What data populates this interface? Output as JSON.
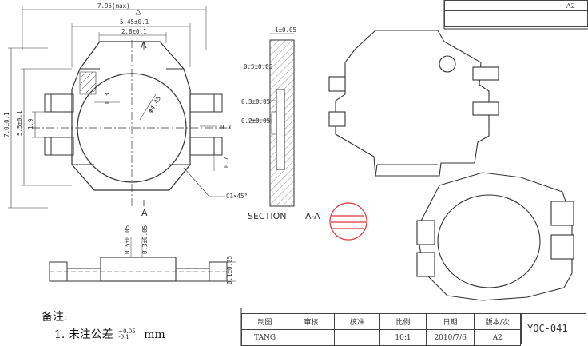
{
  "top_view": {
    "dims": {
      "overall_width": "7.95(max)",
      "width_2": "5.45±0.1",
      "width_3": "2.8±0.1",
      "height_1": "7.0±0.1",
      "height_2": "5.5±0.1",
      "height_3": "1.9",
      "small_dim": "0.3",
      "diameter": "Φ4.45",
      "right_1": "0.7",
      "right_2": "0.7",
      "chamfer": "C1×45°"
    },
    "section_mark_top": "A",
    "section_mark_bottom": "A"
  },
  "section": {
    "dims": {
      "thickness": "1±0.05",
      "d1": "0.5±0.05",
      "d2": "0.3±0.05",
      "d3": "0.2±0.05"
    },
    "label_section": "SECTION",
    "label_cut": "A-A"
  },
  "side_view": {
    "dims": {
      "d1": "0.5±0.05",
      "d2": "0.3±0.05",
      "d3": "0.1±0.05"
    }
  },
  "notes": {
    "heading": "备注:",
    "line1_prefix": "1. 未注公差",
    "tol_plus": "+0.05",
    "tol_minus": "-0.1",
    "unit": "mm"
  },
  "title_block": {
    "top_row": [
      "A2",
      ""
    ],
    "headers": [
      "制图",
      "审核",
      "核准",
      "比例",
      "日期",
      "版本/次"
    ],
    "values": [
      "TANG",
      "",
      "",
      "10:1",
      "2010/7/6",
      "A2"
    ],
    "drawing_number": "YQC-041"
  }
}
